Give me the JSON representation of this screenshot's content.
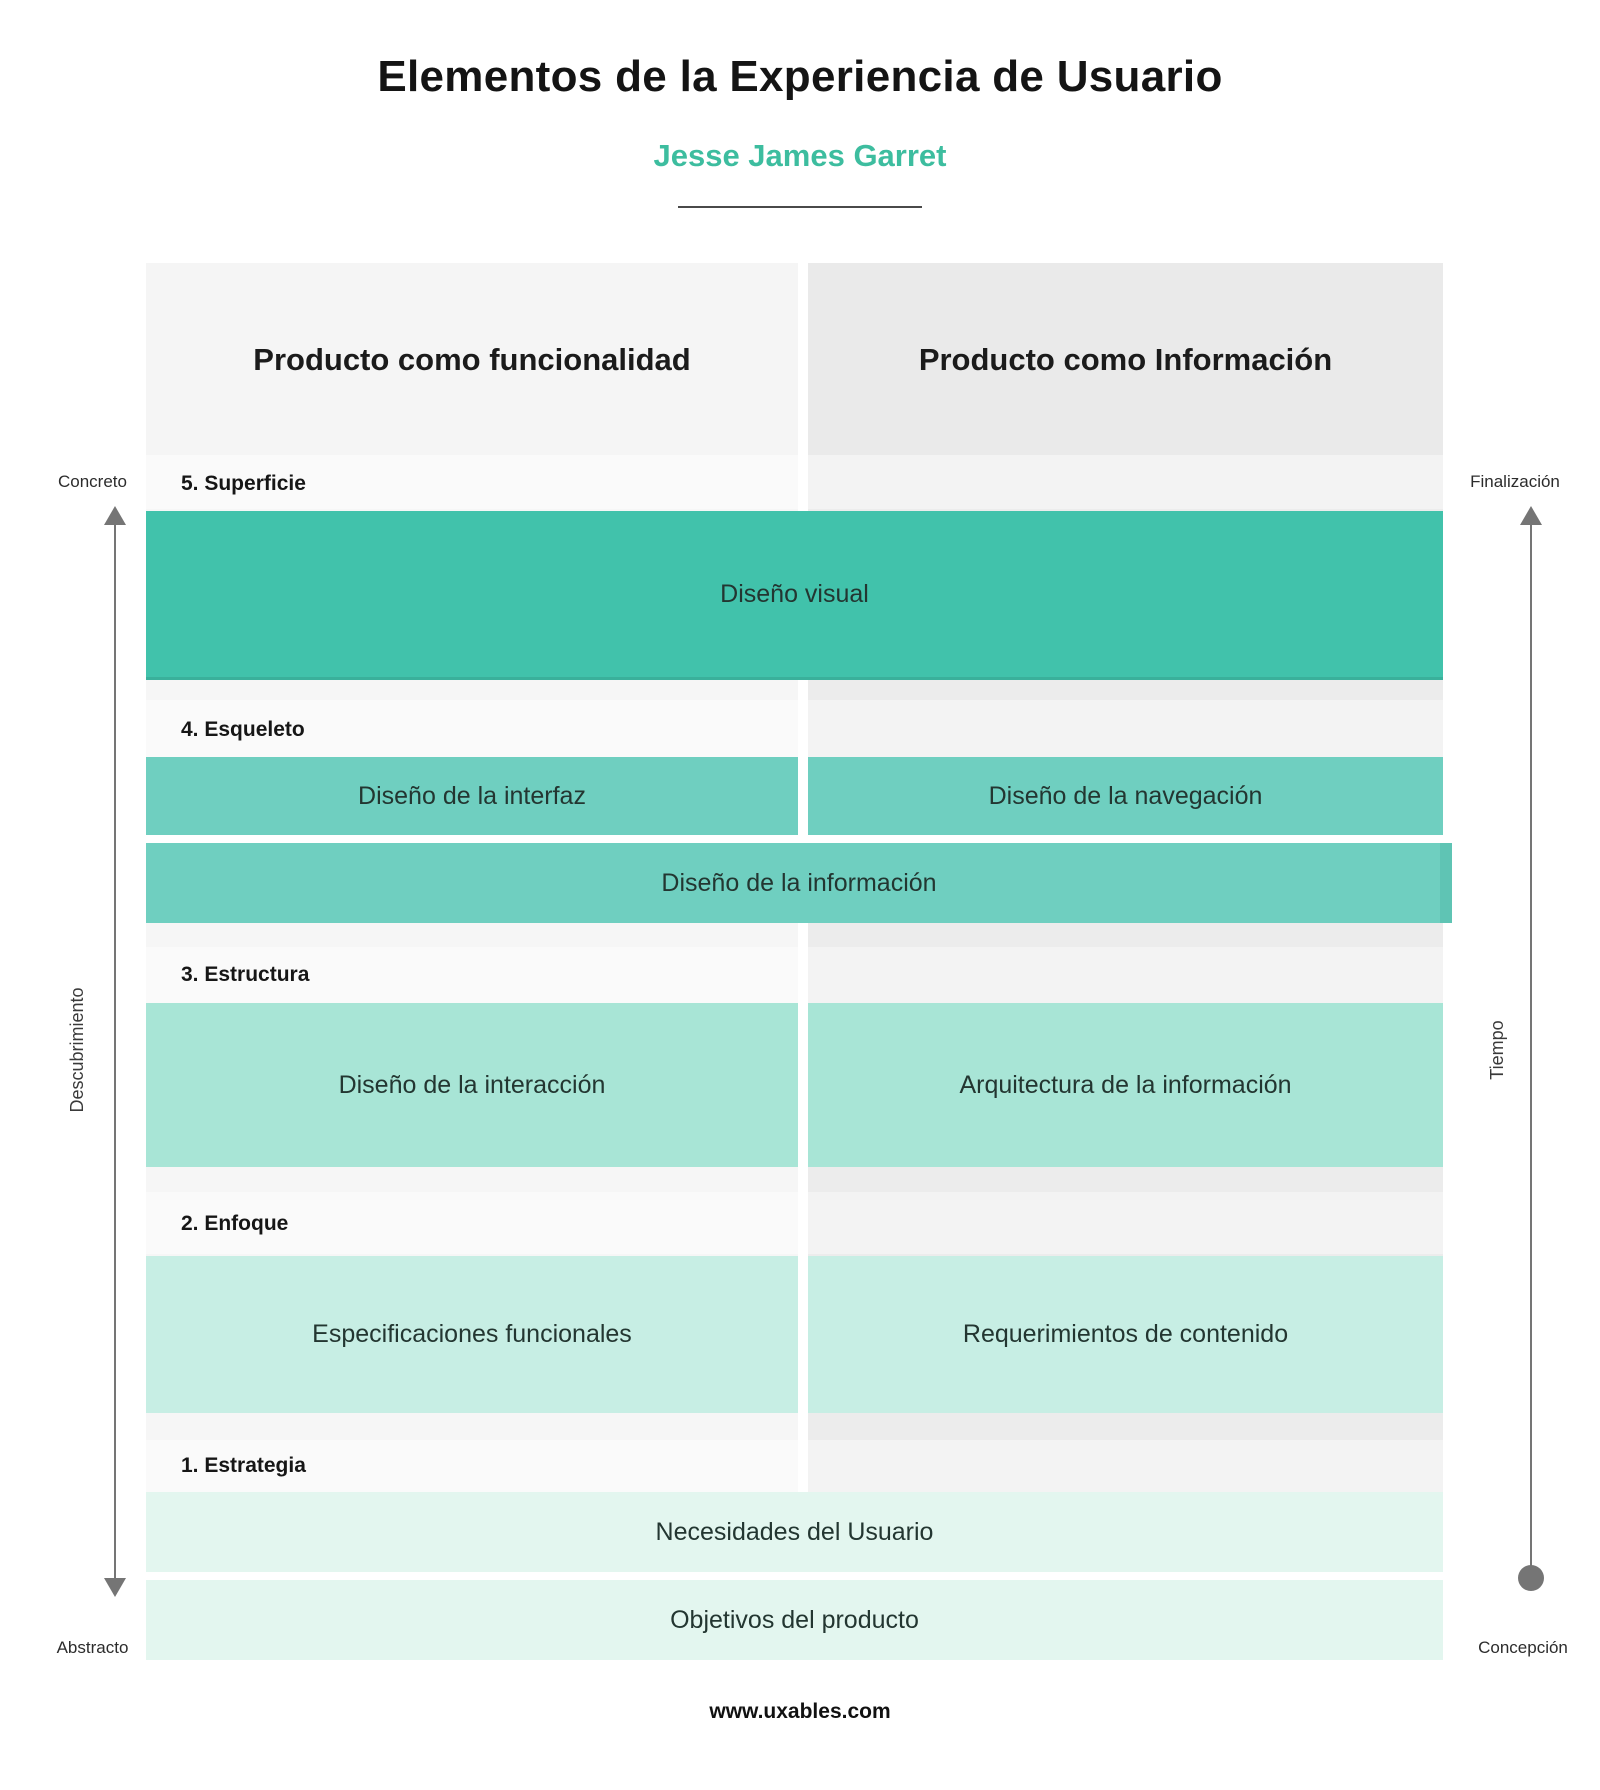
{
  "title": "Elementos de la Experiencia de Usuario",
  "subtitle": "Jesse James Garret",
  "footer": "www.uxables.com",
  "columns": {
    "left": "Producto como funcionalidad",
    "right": "Producto como Información"
  },
  "left_axis": {
    "top": "Concreto",
    "label": "Descubrimiento",
    "bottom": "Abstracto"
  },
  "right_axis": {
    "top": "Finalización",
    "label": "Tiempo",
    "bottom": "Concepción"
  },
  "sections": [
    {
      "label": "5. Superficie",
      "bars": [
        {
          "label": "Diseño visual",
          "span": "full",
          "level": 5
        }
      ]
    },
    {
      "label": "4. Esqueleto",
      "bars": [
        {
          "label": "Diseño de la interfaz",
          "span": "left",
          "level": 4
        },
        {
          "label": "Diseño de la navegación",
          "span": "right",
          "level": 4
        },
        {
          "label": "Diseño de la información",
          "span": "full",
          "level": 4
        }
      ]
    },
    {
      "label": "3. Estructura",
      "bars": [
        {
          "label": "Diseño de la interacción",
          "span": "left",
          "level": 3
        },
        {
          "label": "Arquitectura de la información",
          "span": "right",
          "level": 3
        }
      ]
    },
    {
      "label": "2. Enfoque",
      "bars": [
        {
          "label": "Especificaciones funcionales",
          "span": "left",
          "level": 2
        },
        {
          "label": "Requerimientos de contenido",
          "span": "right",
          "level": 2
        }
      ]
    },
    {
      "label": "1. Estrategia",
      "bars": [
        {
          "label": "Necesidades del Usuario",
          "span": "full",
          "level": 1
        },
        {
          "label": "Objetivos del producto",
          "span": "full",
          "level": 1
        }
      ]
    }
  ],
  "colors": {
    "accent": "#3dbd9f",
    "level5": "#41c2ab",
    "level4": "#6fcfc0",
    "level3": "#a8e5d6",
    "level2": "#c7eee4",
    "level1": "#e3f6ef",
    "column_left_bg": "#f5f5f5",
    "column_right_bg": "#eaeaea",
    "arrow_gray": "#757575"
  }
}
